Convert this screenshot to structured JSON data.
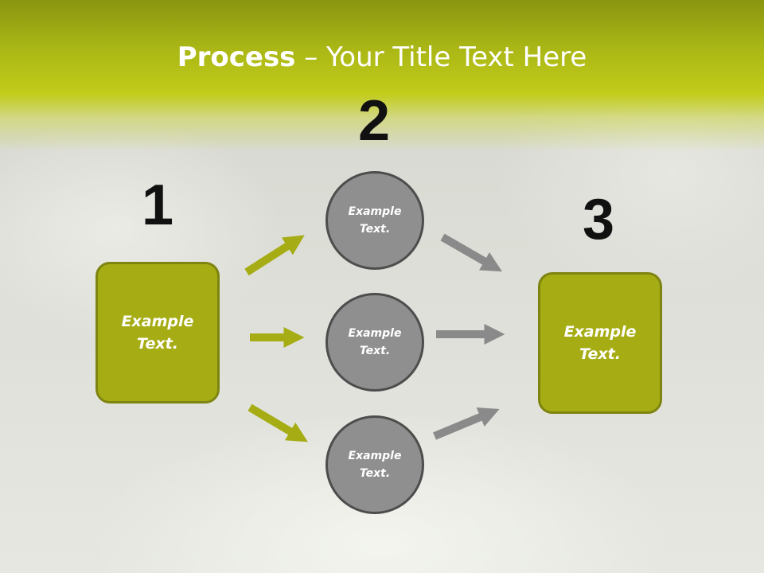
{
  "slide": {
    "title_bold": "Process",
    "title_rest": " – Your Title Text Here"
  },
  "steps": [
    {
      "number": "1",
      "text": "Example Text."
    },
    {
      "number": "2",
      "items": [
        "Example Text.",
        "Example Text.",
        "Example Text."
      ]
    },
    {
      "number": "3",
      "text": "Example Text."
    }
  ],
  "colors": {
    "accent_green": "#a6ad14",
    "box_border": "#7e8410",
    "circle_fill": "#8f8f8f",
    "circle_border": "#4d4d4d",
    "arrow_green": "#a6ad14",
    "arrow_gray": "#8a8a8a"
  }
}
